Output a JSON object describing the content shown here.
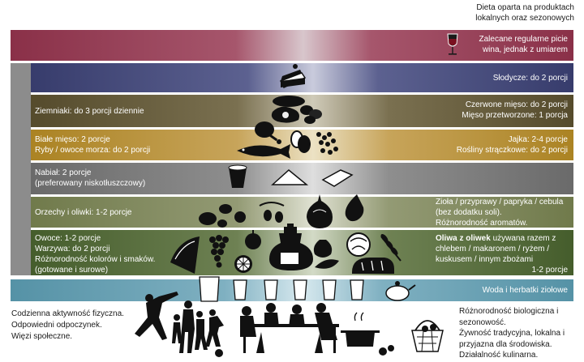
{
  "header": {
    "line1": "Dieta oparta na produktach",
    "line2": "lokalnych oraz sezonowych"
  },
  "bands": {
    "wine": {
      "line1": "Zalecane regularne picie",
      "line2": "wina, jednak z umiarem"
    },
    "sweets": {
      "label": "Słodycze: do 2 porcji"
    },
    "meat": {
      "left": "Ziemniaki: do 3 porcji dziennie",
      "right1": "Czerwone mięso: do 2 porcji",
      "right2": "Mięso przetworzone: 1 porcja"
    },
    "fish": {
      "left1": "Białe mięso: 2 porcje",
      "left2": "Ryby / owoce morza: do 2 porcji",
      "right1": "Jajka: 2-4 porcje",
      "right2": "Rośliny strączkowe: do 2 porcji"
    },
    "dairy": {
      "line1": "Nabiał: 2 porcje",
      "line2": "(preferowany niskotłuszczowy)"
    },
    "nuts": {
      "left": "Orzechy i oliwki: 1-2 porcje",
      "right1": "Zioła / przyprawy / papryka / cebula",
      "right2": "(bez dodatku soli).",
      "right3": "Różnorodność aromatów."
    },
    "fruit": {
      "left1": "Owoce: 1-2 porcje",
      "left2": "Warzywa: do 2 porcji",
      "left3": "Różnorodność kolorów i smaków.",
      "left4": "(gotowane i surowe)",
      "right1_bold": "Oliwa z oliwek",
      "right1_rest": " używana razem z",
      "right2": "chlebem / makaronem / ryżem /",
      "right3": "kuskusem / innym zbożami",
      "right4": "1-2 porcje"
    },
    "water": {
      "label": "Woda i herbatki ziołowe"
    }
  },
  "bottom": {
    "left1": "Codzienna aktywność fizyczna.",
    "left2": "Odpowiedni odpoczynek.",
    "left3": "Więzi społeczne.",
    "right1": "Różnorodność biologiczna i",
    "right2": "sezonowość.",
    "right3": "Żywność tradycyjna, lokalna i",
    "right4": "przyjazna dla środowiska.",
    "right5": "Działalność kulinarna."
  },
  "colors": {
    "wine_band": "#9a3d54",
    "sweets_band": "#3f4476",
    "meat_band": "#5c5233",
    "fish_band": "#b38a2b",
    "dairy_band": "#707070",
    "nuts_band": "#757d52",
    "fruit_band": "#4c6332",
    "water_band": "#5f98ab",
    "side_bar": "#8c8c8c"
  },
  "icons": [
    "wine-glass-icon",
    "cake-slice-icon",
    "sausage-icon",
    "steak-icon",
    "potatoes-icon",
    "chicken-leg-icon",
    "fish-icon",
    "eggs-icon",
    "legumes-icon",
    "yogurt-icon",
    "cheese-icon",
    "nuts-icon",
    "olives-icon",
    "onion-icon",
    "garlic-icon",
    "watermelon-icon",
    "grapes-icon",
    "apple-icon",
    "orange-icon",
    "olive-oil-jar-icon",
    "artichoke-icon",
    "cabbage-icon",
    "wheat-icon",
    "bread-icon",
    "water-glass-icon",
    "teapot-icon",
    "cooking-pot-icon",
    "basket-icon",
    "activity-people-icon",
    "family-dinner-icon"
  ]
}
